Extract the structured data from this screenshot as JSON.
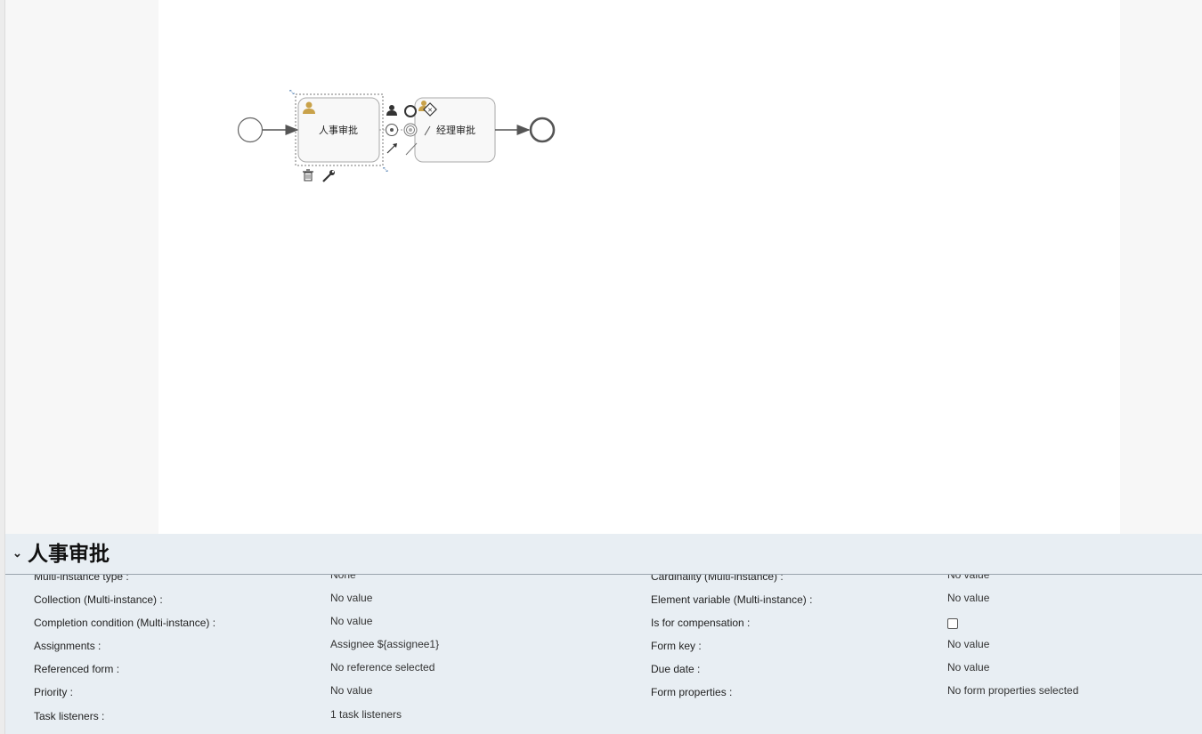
{
  "diagram": {
    "tasks": [
      {
        "label": "人事审批"
      },
      {
        "label": "经理审批"
      }
    ]
  },
  "properties": {
    "title": "人事审批",
    "rows": [
      {
        "label1": "Multi-instance type :",
        "value1": "None",
        "label2": "Cardinality (Multi-instance) :",
        "value2": "No value"
      },
      {
        "label1": "Collection (Multi-instance) :",
        "value1": "No value",
        "label2": "Element variable (Multi-instance) :",
        "value2": "No value"
      },
      {
        "label1": "Completion condition (Multi-instance) :",
        "value1": "No value",
        "label2": "Is for compensation :",
        "value2": ""
      },
      {
        "label1": "Assignments :",
        "value1": "Assignee ${assignee1}",
        "label2": "Form key :",
        "value2": "No value"
      },
      {
        "label1": "Referenced form :",
        "value1": "No reference selected",
        "label2": "Due date :",
        "value2": "No value"
      },
      {
        "label1": "Priority :",
        "value1": "No value",
        "label2": "Form properties :",
        "value2": "No form properties selected"
      },
      {
        "label1": "Task listeners :",
        "value1": "1 task listeners",
        "label2": "",
        "value2": ""
      }
    ],
    "is_for_compensation_checked": false
  }
}
